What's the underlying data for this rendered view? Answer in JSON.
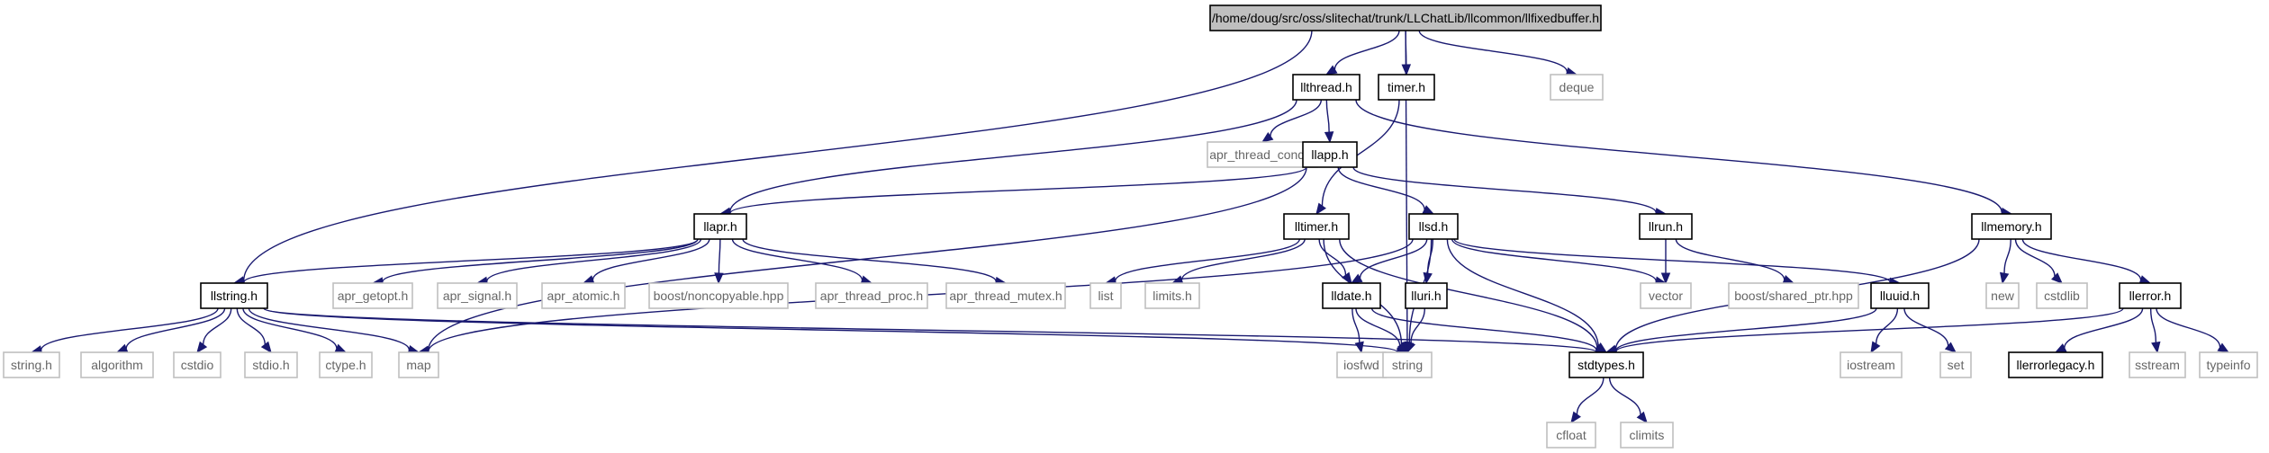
{
  "diagram": {
    "title": "/home/doug/src/oss/slitechat/trunk/LLChatLib/llcommon/llfixedbuffer.h",
    "edge_color": "#191970",
    "nodes": [
      {
        "id": "root",
        "label": "/home/doug/src/oss/slitechat/trunk/LLChatLib/llcommon/llfixedbuffer.h",
        "kind": "root"
      },
      {
        "id": "llthread",
        "label": "llthread.h",
        "kind": "file"
      },
      {
        "id": "timer",
        "label": "timer.h",
        "kind": "file"
      },
      {
        "id": "deque",
        "label": "deque",
        "kind": "ext"
      },
      {
        "id": "apr_thread_cond",
        "label": "apr_thread_cond.h",
        "kind": "ext"
      },
      {
        "id": "llapp",
        "label": "llapp.h",
        "kind": "file"
      },
      {
        "id": "llmemory",
        "label": "llmemory.h",
        "kind": "file"
      },
      {
        "id": "llapr",
        "label": "llapr.h",
        "kind": "file"
      },
      {
        "id": "lltimer",
        "label": "lltimer.h",
        "kind": "file"
      },
      {
        "id": "llsd",
        "label": "llsd.h",
        "kind": "file"
      },
      {
        "id": "llrun",
        "label": "llrun.h",
        "kind": "file"
      },
      {
        "id": "llstring",
        "label": "llstring.h",
        "kind": "file"
      },
      {
        "id": "apr_getopt",
        "label": "apr_getopt.h",
        "kind": "ext"
      },
      {
        "id": "apr_signal",
        "label": "apr_signal.h",
        "kind": "ext"
      },
      {
        "id": "apr_atomic",
        "label": "apr_atomic.h",
        "kind": "ext"
      },
      {
        "id": "boost_noncopyable",
        "label": "boost/noncopyable.hpp",
        "kind": "ext"
      },
      {
        "id": "apr_thread_proc",
        "label": "apr_thread_proc.h",
        "kind": "ext"
      },
      {
        "id": "apr_thread_mutex",
        "label": "apr_thread_mutex.h",
        "kind": "ext"
      },
      {
        "id": "list",
        "label": "list",
        "kind": "ext"
      },
      {
        "id": "limits",
        "label": "limits.h",
        "kind": "ext"
      },
      {
        "id": "lldate",
        "label": "lldate.h",
        "kind": "file"
      },
      {
        "id": "lluri",
        "label": "lluri.h",
        "kind": "file"
      },
      {
        "id": "vector",
        "label": "vector",
        "kind": "ext"
      },
      {
        "id": "boost_shared_ptr",
        "label": "boost/shared_ptr.hpp",
        "kind": "ext"
      },
      {
        "id": "lluuid",
        "label": "lluuid.h",
        "kind": "file"
      },
      {
        "id": "new",
        "label": "new",
        "kind": "ext"
      },
      {
        "id": "cstdlib",
        "label": "cstdlib",
        "kind": "ext"
      },
      {
        "id": "llerror",
        "label": "llerror.h",
        "kind": "file"
      },
      {
        "id": "string_h",
        "label": "string.h",
        "kind": "ext"
      },
      {
        "id": "algorithm",
        "label": "algorithm",
        "kind": "ext"
      },
      {
        "id": "cstdio",
        "label": "cstdio",
        "kind": "ext"
      },
      {
        "id": "stdio_h",
        "label": "stdio.h",
        "kind": "ext"
      },
      {
        "id": "ctype_h",
        "label": "ctype.h",
        "kind": "ext"
      },
      {
        "id": "map",
        "label": "map",
        "kind": "ext"
      },
      {
        "id": "iosfwd",
        "label": "iosfwd",
        "kind": "ext"
      },
      {
        "id": "string",
        "label": "string",
        "kind": "ext"
      },
      {
        "id": "stdtypes",
        "label": "stdtypes.h",
        "kind": "file"
      },
      {
        "id": "iostream",
        "label": "iostream",
        "kind": "ext"
      },
      {
        "id": "set",
        "label": "set",
        "kind": "ext"
      },
      {
        "id": "llerrorlegacy",
        "label": "llerrorlegacy.h",
        "kind": "file"
      },
      {
        "id": "sstream",
        "label": "sstream",
        "kind": "ext"
      },
      {
        "id": "typeinfo",
        "label": "typeinfo",
        "kind": "ext"
      },
      {
        "id": "cfloat",
        "label": "cfloat",
        "kind": "ext"
      },
      {
        "id": "climits",
        "label": "climits",
        "kind": "ext"
      }
    ],
    "edges": [
      [
        "root",
        "llthread"
      ],
      [
        "root",
        "timer"
      ],
      [
        "root",
        "string"
      ],
      [
        "root",
        "deque"
      ],
      [
        "root",
        "llstring"
      ],
      [
        "llthread",
        "llapp"
      ],
      [
        "llthread",
        "apr_thread_cond"
      ],
      [
        "llthread",
        "llapr"
      ],
      [
        "llthread",
        "llmemory"
      ],
      [
        "timer",
        "lltimer"
      ],
      [
        "llapp",
        "llapr"
      ],
      [
        "llapp",
        "llsd"
      ],
      [
        "llapp",
        "llrun"
      ],
      [
        "llapp",
        "map"
      ],
      [
        "llapr",
        "llstring"
      ],
      [
        "llapr",
        "apr_getopt"
      ],
      [
        "llapr",
        "apr_signal"
      ],
      [
        "llapr",
        "apr_atomic"
      ],
      [
        "llapr",
        "boost_noncopyable"
      ],
      [
        "llapr",
        "apr_thread_proc"
      ],
      [
        "llapr",
        "apr_thread_mutex"
      ],
      [
        "lltimer",
        "list"
      ],
      [
        "lltimer",
        "limits"
      ],
      [
        "lltimer",
        "lldate"
      ],
      [
        "lltimer",
        "string"
      ],
      [
        "lltimer",
        "stdtypes"
      ],
      [
        "llsd",
        "lldate"
      ],
      [
        "llsd",
        "lluri"
      ],
      [
        "llsd",
        "string"
      ],
      [
        "llsd",
        "vector"
      ],
      [
        "llsd",
        "stdtypes"
      ],
      [
        "llsd",
        "lluuid"
      ],
      [
        "llsd",
        "map"
      ],
      [
        "llrun",
        "vector"
      ],
      [
        "llrun",
        "boost_shared_ptr"
      ],
      [
        "llmemory",
        "new"
      ],
      [
        "llmemory",
        "cstdlib"
      ],
      [
        "llmemory",
        "llerror"
      ],
      [
        "llmemory",
        "stdtypes"
      ],
      [
        "llstring",
        "string_h"
      ],
      [
        "llstring",
        "algorithm"
      ],
      [
        "llstring",
        "cstdio"
      ],
      [
        "llstring",
        "stdio_h"
      ],
      [
        "llstring",
        "ctype_h"
      ],
      [
        "llstring",
        "map"
      ],
      [
        "llstring",
        "string"
      ],
      [
        "llstring",
        "stdtypes"
      ],
      [
        "lldate",
        "iosfwd"
      ],
      [
        "lldate",
        "string"
      ],
      [
        "lldate",
        "stdtypes"
      ],
      [
        "lluri",
        "string"
      ],
      [
        "lluuid",
        "iostream"
      ],
      [
        "lluuid",
        "set"
      ],
      [
        "lluuid",
        "stdtypes"
      ],
      [
        "llerror",
        "stdtypes"
      ],
      [
        "llerror",
        "llerrorlegacy"
      ],
      [
        "llerror",
        "sstream"
      ],
      [
        "llerror",
        "typeinfo"
      ],
      [
        "stdtypes",
        "cfloat"
      ],
      [
        "stdtypes",
        "climits"
      ]
    ]
  }
}
